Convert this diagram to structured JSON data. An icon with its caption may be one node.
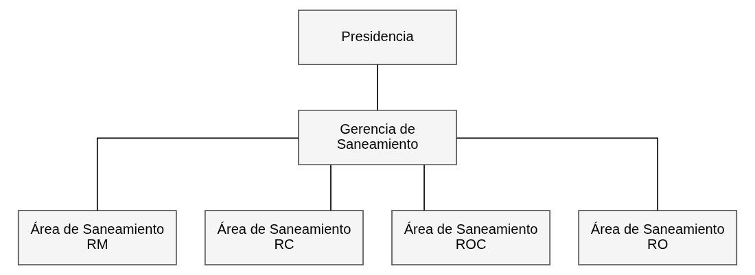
{
  "diagram": {
    "nodes": [
      {
        "text": [
          "Presidencia"
        ]
      },
      {
        "text": [
          "Gerencia de Saneamiento"
        ]
      },
      {
        "text": [
          "Área de Saneamiento RM"
        ]
      },
      {
        "text": [
          "Área de Saneamiento RC"
        ]
      },
      {
        "text": [
          "Área de Saneamiento ROC"
        ]
      },
      {
        "text": [
          "Área de Saneamiento RO"
        ]
      }
    ],
    "edges": [
      {
        "from": 0,
        "to": 1,
        "arrow": "none"
      },
      {
        "from": 1,
        "to": 2,
        "arrow": "none"
      },
      {
        "from": 1,
        "to": 3,
        "arrow": "none"
      },
      {
        "from": 1,
        "to": 4,
        "arrow": "none"
      },
      {
        "from": 1,
        "to": 5,
        "arrow": "none"
      }
    ]
  }
}
